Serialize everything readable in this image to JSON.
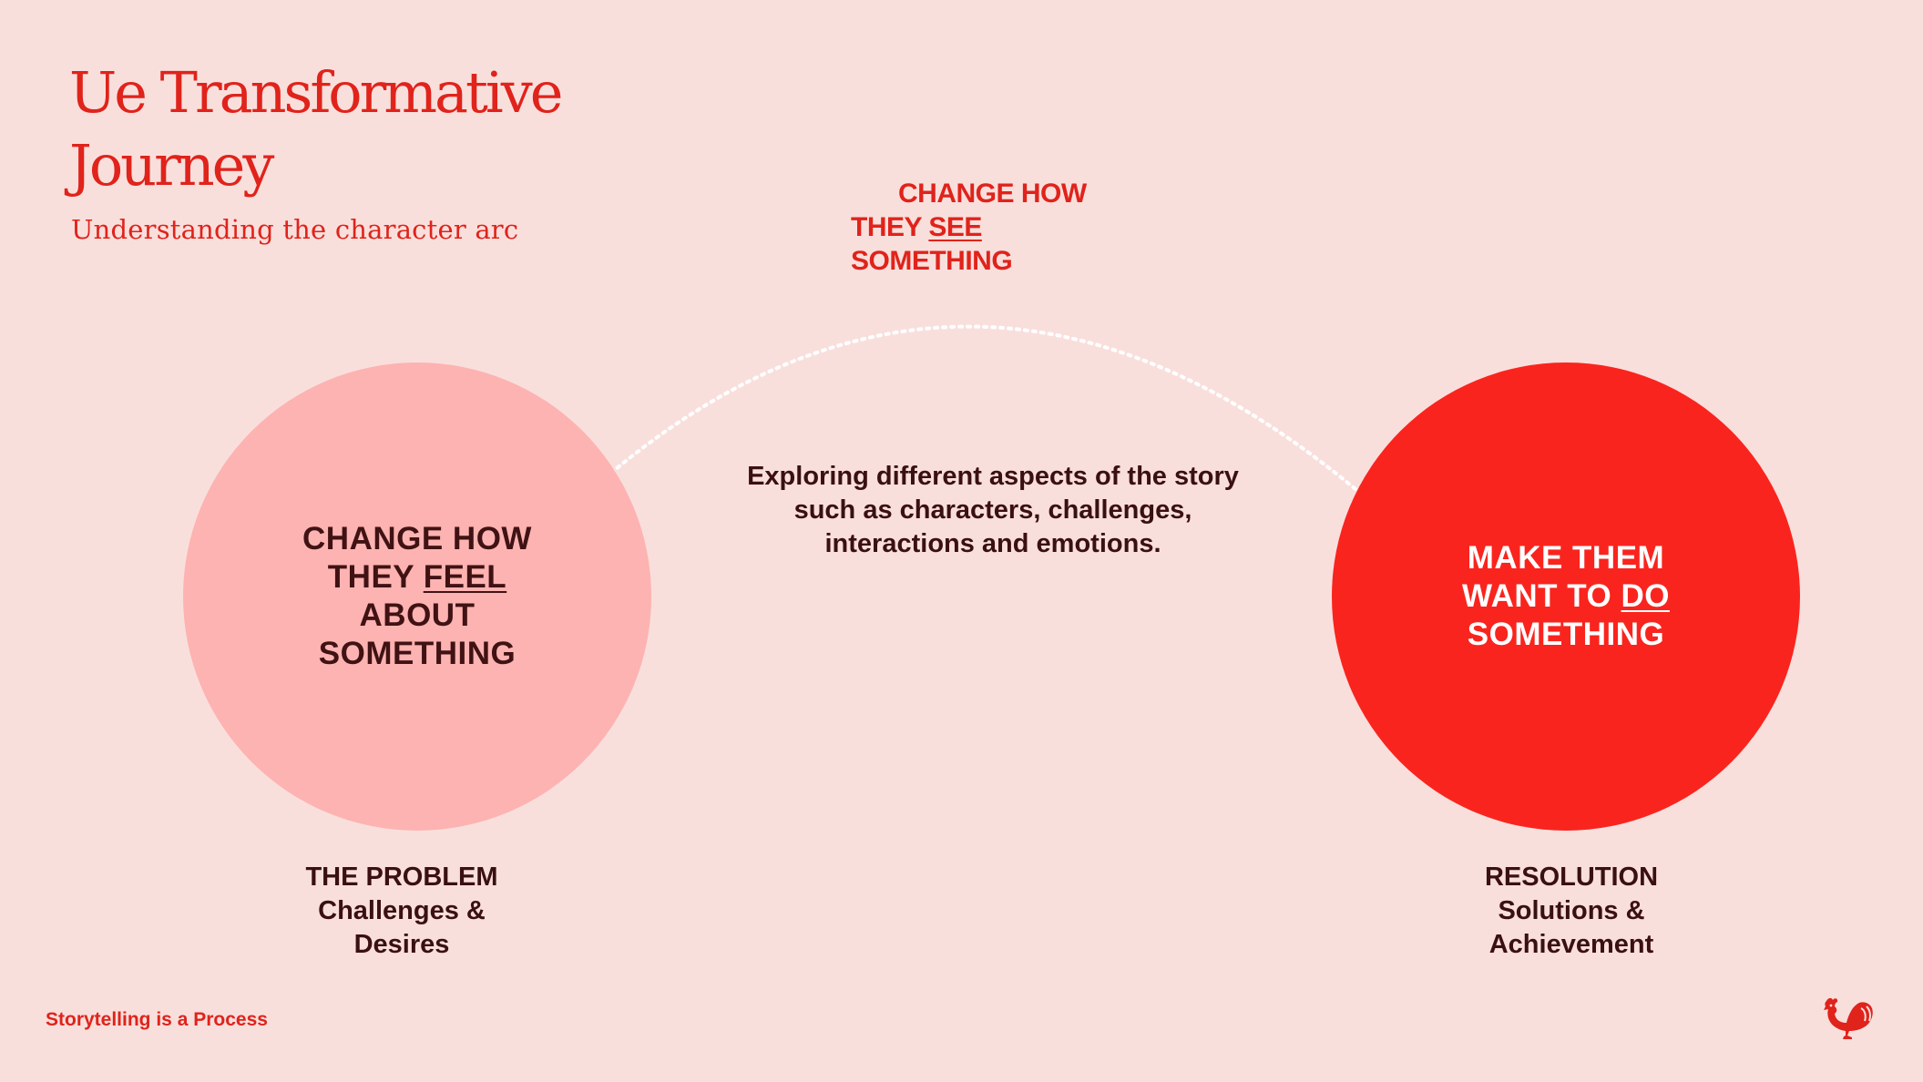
{
  "header": {
    "title_line1": "Ue Transformative",
    "title_line2": "Journey",
    "subtitle": "Understanding the character arc"
  },
  "arc": {
    "see_line1": "CHANGE HOW",
    "see_line2_pre": "THEY ",
    "see_line2_u": "SEE",
    "see_line3": "SOMETHING",
    "description_line1": "Exploring different aspects of the story",
    "description_line2": "such as characters, challenges,",
    "description_line3": "interactions and emotions."
  },
  "left_circle": {
    "line1": "CHANGE HOW",
    "line2_pre": "THEY ",
    "line2_u": "FEEL",
    "line3": "ABOUT",
    "line4": "SOMETHING",
    "color": "#fdb3b1"
  },
  "right_circle": {
    "line1": "MAKE THEM",
    "line2_pre": "WANT TO ",
    "line2_u": "DO",
    "line3": "SOMETHING",
    "color": "#fa241e"
  },
  "captions": {
    "left_line1": "THE PROBLEM",
    "left_line2": "Challenges &",
    "left_line3": "Desires",
    "right_line1": "RESOLUTION",
    "right_line2": "Solutions &",
    "right_line3": "Achievement"
  },
  "footer": {
    "text": "Storytelling is a Process",
    "logo_icon": "rooster-icon"
  },
  "colors": {
    "background": "#f9dfdc",
    "accent": "#e0231b",
    "dark_text": "#3a1012"
  }
}
